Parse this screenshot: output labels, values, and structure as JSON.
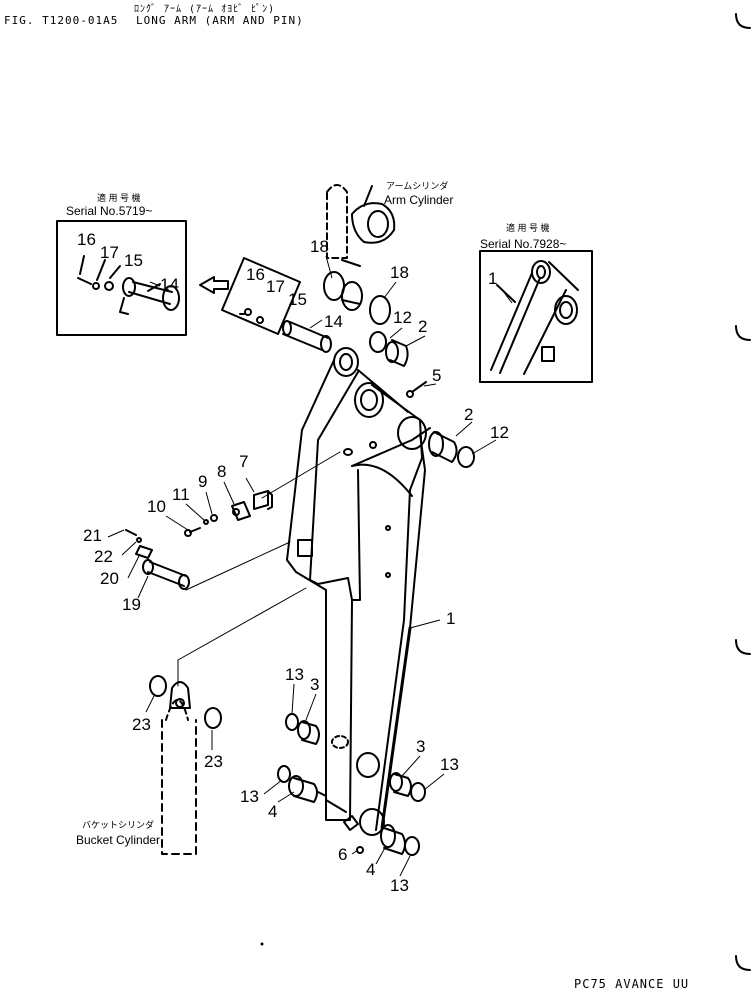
{
  "header": {
    "fig_no": "FIG. T1200-01A5",
    "title_en": "LONG ARM (ARM AND PIN)",
    "title_jp": "ﾛﾝｸﾞ ｱｰﾑ (ｱｰﾑ ｵﾖﾋﾞ ﾋﾟﾝ)"
  },
  "footer": {
    "model": "PC75 AVANCE UU"
  },
  "labels": {
    "arm_cylinder_jp": "アームシリンダ",
    "arm_cylinder": "Arm Cylinder",
    "bucket_cylinder_jp": "バケットシリンダ",
    "bucket_cylinder": "Bucket Cylinder",
    "inset_left_jp": "適 用 号 機",
    "inset_left_serial": "Serial No.5719~",
    "inset_right_jp": "適 用 号 機",
    "inset_right_serial": "Serial No.7928~"
  },
  "callouts": {
    "inset_left": [
      "16",
      "17",
      "15",
      "14"
    ],
    "inset_right": [
      "1"
    ],
    "main": [
      "18",
      "18",
      "16",
      "17",
      "15",
      "14",
      "12",
      "2",
      "5",
      "2",
      "12",
      "7",
      "8",
      "9",
      "11",
      "10",
      "21",
      "22",
      "20",
      "19",
      "1",
      "13",
      "3",
      "23",
      "23",
      "13",
      "4",
      "3",
      "13",
      "6",
      "4",
      "13"
    ]
  },
  "colors": {
    "ink": "#000000",
    "paper": "#ffffff"
  }
}
